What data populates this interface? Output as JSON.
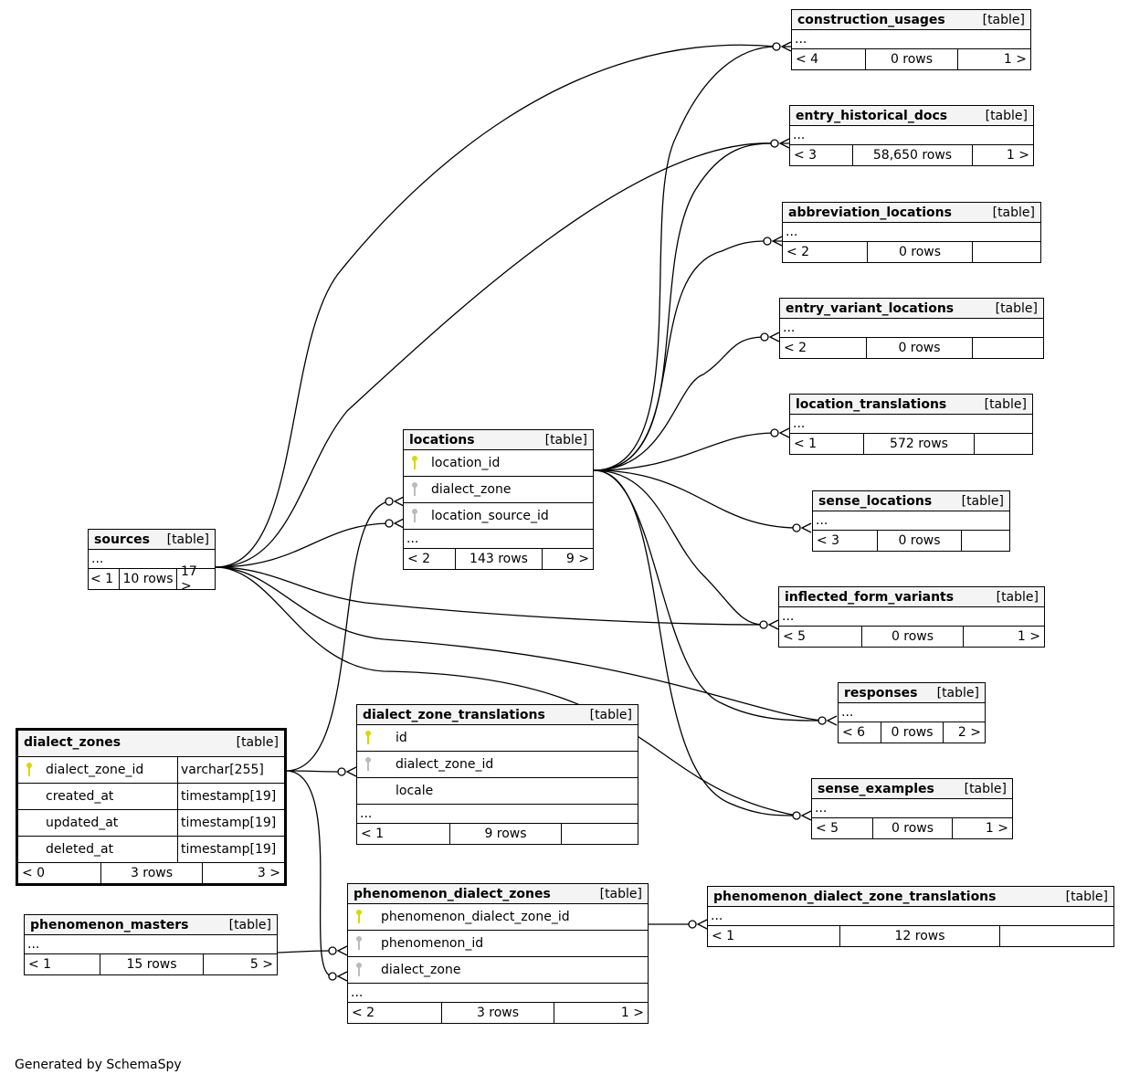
{
  "footer_text": "Generated by SchemaSpy",
  "table_tag": "[table]",
  "tables": {
    "construction_usages": {
      "name": "construction_usages",
      "ellipsis": "...",
      "parents": "< 4",
      "rows": "0 rows",
      "children": "1 >"
    },
    "entry_historical_docs": {
      "name": "entry_historical_docs",
      "ellipsis": "...",
      "parents": "< 3",
      "rows": "58,650 rows",
      "children": "1 >"
    },
    "abbreviation_locations": {
      "name": "abbreviation_locations",
      "ellipsis": "...",
      "parents": "< 2",
      "rows": "0 rows",
      "children": ""
    },
    "entry_variant_locations": {
      "name": "entry_variant_locations",
      "ellipsis": "...",
      "parents": "< 2",
      "rows": "0 rows",
      "children": ""
    },
    "location_translations": {
      "name": "location_translations",
      "ellipsis": "...",
      "parents": "< 1",
      "rows": "572 rows",
      "children": ""
    },
    "sense_locations": {
      "name": "sense_locations",
      "ellipsis": "...",
      "parents": "< 3",
      "rows": "0 rows",
      "children": ""
    },
    "inflected_form_variants": {
      "name": "inflected_form_variants",
      "ellipsis": "...",
      "parents": "< 5",
      "rows": "0 rows",
      "children": "1 >"
    },
    "responses": {
      "name": "responses",
      "ellipsis": "...",
      "parents": "< 6",
      "rows": "0 rows",
      "children": "2 >"
    },
    "sense_examples": {
      "name": "sense_examples",
      "ellipsis": "...",
      "parents": "< 5",
      "rows": "0 rows",
      "children": "1 >"
    },
    "sources": {
      "name": "sources",
      "ellipsis": "...",
      "parents": "< 1",
      "rows": "10 rows",
      "children": "17 >"
    },
    "locations": {
      "name": "locations",
      "columns": [
        "location_id",
        "dialect_zone",
        "location_source_id"
      ],
      "ellipsis": "...",
      "parents": "< 2",
      "rows": "143 rows",
      "children": "9 >"
    },
    "dialect_zones": {
      "name": "dialect_zones",
      "columns": [
        {
          "name": "dialect_zone_id",
          "type": "varchar[255]"
        },
        {
          "name": "created_at",
          "type": "timestamp[19]"
        },
        {
          "name": "updated_at",
          "type": "timestamp[19]"
        },
        {
          "name": "deleted_at",
          "type": "timestamp[19]"
        }
      ],
      "parents": "< 0",
      "rows": "3 rows",
      "children": "3 >"
    },
    "dialect_zone_translations": {
      "name": "dialect_zone_translations",
      "columns": [
        "id",
        "dialect_zone_id",
        "locale"
      ],
      "ellipsis": "...",
      "parents": "< 1",
      "rows": "9 rows",
      "children": ""
    },
    "phenomenon_masters": {
      "name": "phenomenon_masters",
      "ellipsis": "...",
      "parents": "< 1",
      "rows": "15 rows",
      "children": "5 >"
    },
    "phenomenon_dialect_zones": {
      "name": "phenomenon_dialect_zones",
      "columns": [
        "phenomenon_dialect_zone_id",
        "phenomenon_id",
        "dialect_zone"
      ],
      "ellipsis": "...",
      "parents": "< 2",
      "rows": "3 rows",
      "children": "1 >"
    },
    "phenomenon_dialect_zone_translations": {
      "name": "phenomenon_dialect_zone_translations",
      "ellipsis": "...",
      "parents": "< 1",
      "rows": "12 rows",
      "children": ""
    }
  },
  "colors": {
    "primary_key": "#d8d800",
    "foreign_key": "#bbbbbb",
    "header_bg": "#f4f4f4"
  }
}
